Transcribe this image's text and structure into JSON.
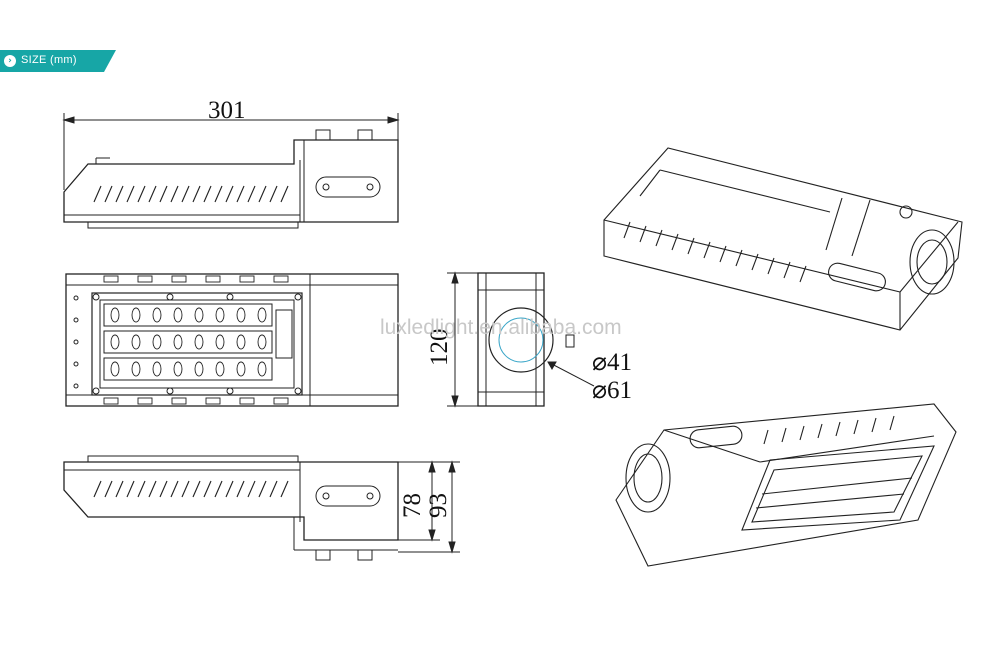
{
  "header": {
    "badge_icon": "chevron-right-icon",
    "badge_label": "SIZE  (mm)",
    "badge_color": "#17a6a6"
  },
  "dimensions": {
    "length": "301",
    "height": "120",
    "pole_small": "⌀41",
    "pole_large": "⌀61",
    "depth_inner": "78",
    "depth_outer": "93"
  },
  "watermark": "luxledlight.en.alibaba.com"
}
